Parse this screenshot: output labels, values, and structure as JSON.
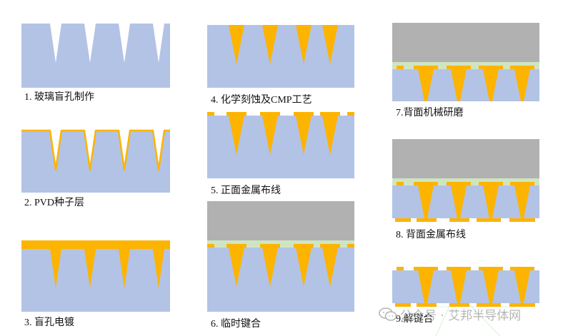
{
  "colors": {
    "substrate": "#b3c3e6",
    "metal": "#fcb400",
    "carrier": "#b1b1b1",
    "bond": "#cfe5c2",
    "text": "#111111",
    "watermark": "#b5b5b5"
  },
  "steps": [
    {
      "label": "1. 玻璃盲孔制作"
    },
    {
      "label": "2. PVD种子层"
    },
    {
      "label": "3. 盲孔电镀"
    },
    {
      "label": "4. 化学刻蚀及CMP工艺"
    },
    {
      "label": "5. 正面金属布线"
    },
    {
      "label": "6. 临时键合"
    },
    {
      "label": "7.背面机械研磨"
    },
    {
      "label": "8. 背面金属布线"
    },
    {
      "label": "9.解键合"
    }
  ],
  "watermark": {
    "text": "公众号 · 艾邦半导体网",
    "icon": "wechat-icon"
  }
}
